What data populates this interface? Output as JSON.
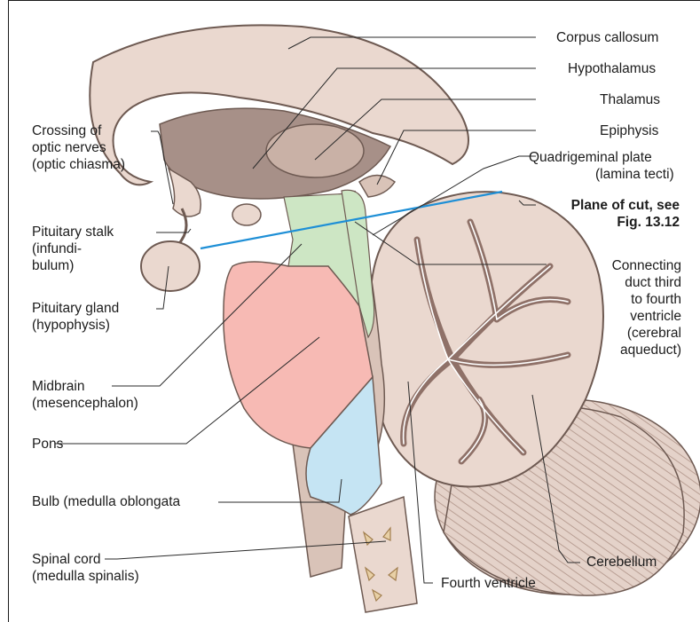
{
  "labels": {
    "corpus_callosum": "Corpus callosum",
    "hypothalamus": "Hypothalamus",
    "thalamus": "Thalamus",
    "epiphysis": "Epiphysis",
    "quadrigeminal": [
      "Quadrigeminal plate",
      "(lamina tecti)"
    ],
    "plane_of_cut": [
      "Plane of cut, see",
      "Fig. 13.12"
    ],
    "connecting_duct": [
      "Connecting",
      "duct third",
      "to fourth",
      "ventricle",
      "(cerebral",
      "aqueduct)"
    ],
    "cerebellum": "Cerebellum",
    "fourth_ventricle": "Fourth ventricle",
    "crossing": [
      "Crossing of",
      "optic nerves",
      "(optic chiasma)"
    ],
    "pituitary_stalk": [
      "Pituitary stalk",
      "(infundi-",
      "bulum)"
    ],
    "pituitary_gland": [
      "Pituitary gland",
      "(hypophysis)"
    ],
    "midbrain": [
      "Midbrain",
      "(mesencephalon)"
    ],
    "pons": "Pons",
    "bulb": "Bulb (medulla oblongata",
    "spinal_cord": [
      "Spinal cord",
      "(medulla spinalis)"
    ]
  },
  "colors": {
    "midbrain": "#cde6c4",
    "pons": "#f7bab4",
    "medulla": "#c5e4f3",
    "tissue": "#ead8cf",
    "tissue_dark": "#9b847b",
    "cut_plane": "#1e8fd6",
    "leader": "#2a2a2a"
  }
}
